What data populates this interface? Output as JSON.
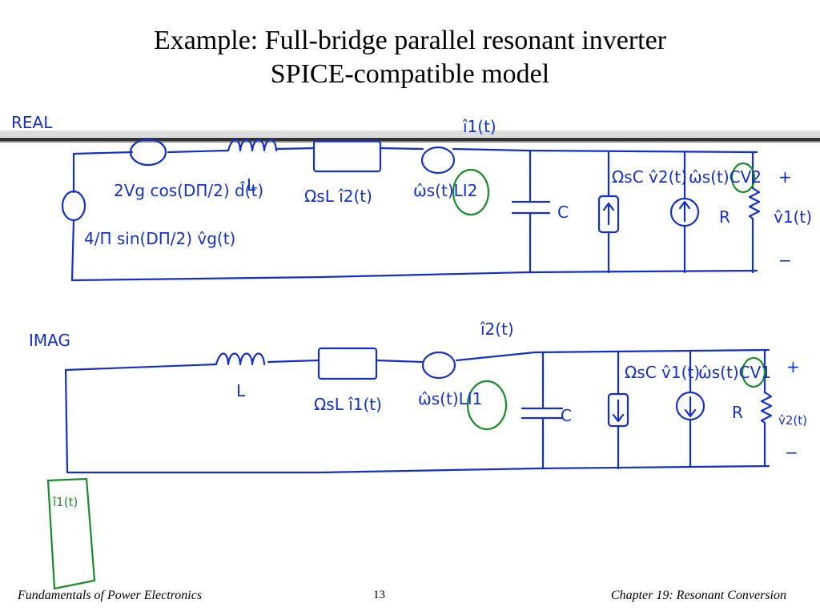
{
  "slide": {
    "title_line1": "Example:  Full-bridge parallel resonant inverter",
    "title_line2": "SPICE-compatible model"
  },
  "real_circuit": {
    "label": "REAL",
    "source_left": "2Vg cos(DΠ/2) d̂(t)",
    "source_left_sub": "4/Π sin(DΠ/2) v̂g(t)",
    "inductor": "L",
    "dep_source": "ΩsL î2(t)",
    "probe_current": "î1(t)",
    "dep_source2": "ω̂s(t)LI2",
    "capacitor": "C",
    "current_src1": "ΩsC v̂2(t)",
    "current_src2": "ω̂s(t)CV2",
    "resistor": "R",
    "output_voltage": "v̂1(t)",
    "plus": "+",
    "minus": "−"
  },
  "imag_circuit": {
    "label": "IMAG",
    "inductor": "L",
    "dep_source": "ΩsL î1(t)",
    "probe_current": "î2(t)",
    "dep_source2": "ω̂s(t)LI1",
    "capacitor": "C",
    "current_src1": "ΩsC v̂1(t)",
    "current_src2": "ω̂s(t)CV1",
    "resistor": "R",
    "output_voltage": "v̂2(t)",
    "plus": "+",
    "minus": "−"
  },
  "annotation_green": "î1(t)",
  "footer": {
    "left": "Fundamentals of Power Electronics",
    "page": "13",
    "right": "Chapter 19:  Resonant Conversion"
  },
  "colors": {
    "ink_blue": "#1430c8",
    "ink_green": "#1a8a2a"
  }
}
